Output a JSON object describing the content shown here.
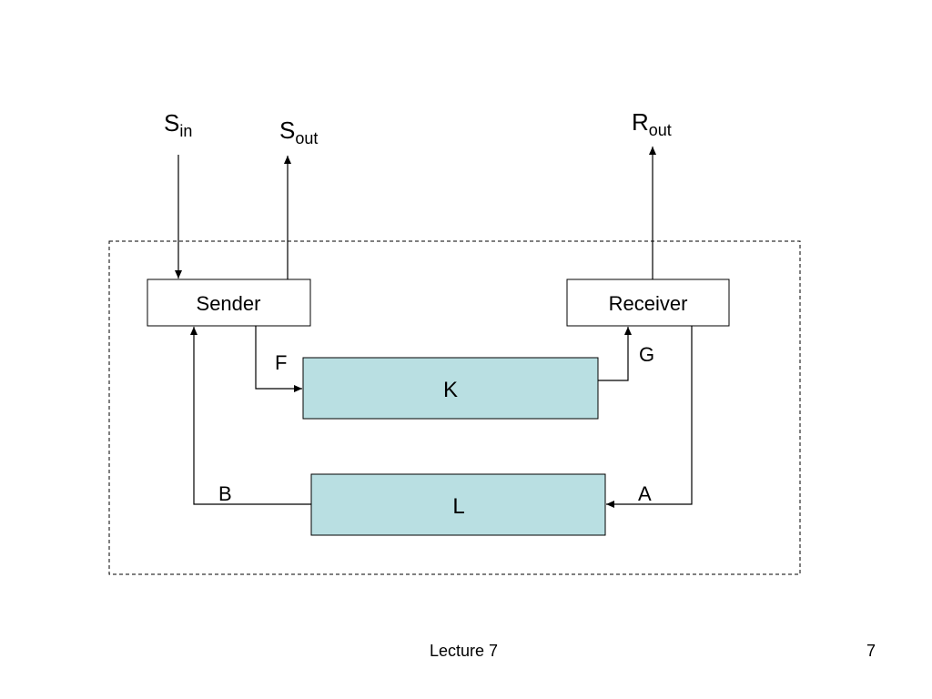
{
  "diagram": {
    "inputs_outputs": {
      "s_in": {
        "main": "S",
        "sub": "in"
      },
      "s_out": {
        "main": "S",
        "sub": "out"
      },
      "r_out": {
        "main": "R",
        "sub": "out"
      }
    },
    "nodes": {
      "sender": {
        "label": "Sender"
      },
      "receiver": {
        "label": "Receiver"
      },
      "channel_k": {
        "label": "K"
      },
      "channel_l": {
        "label": "L"
      }
    },
    "edges": {
      "f": "F",
      "g": "G",
      "a": "A",
      "b": "B"
    },
    "colors": {
      "channel_fill": "#b9dfe2",
      "stroke": "#000000",
      "box_fill": "#ffffff"
    }
  },
  "footer": {
    "lecture": "Lecture 7",
    "page": "7"
  }
}
